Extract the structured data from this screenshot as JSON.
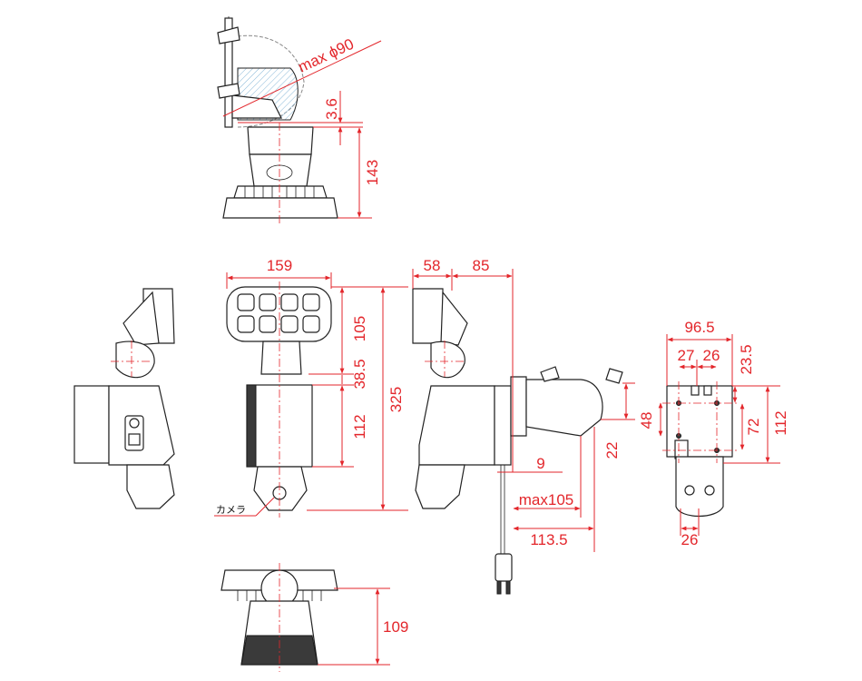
{
  "colors": {
    "dimension": "#e3262b",
    "outline": "#222222",
    "dark_part": "#3a3a3a"
  },
  "top_view": {
    "rotation_label": "max ϕ90",
    "gap_label": "3.6",
    "height_label": "143"
  },
  "front_view": {
    "width_label": "159",
    "head_height_label": "105",
    "neck_label": "38.5",
    "body_height_label": "112",
    "total_height_label": "325",
    "camera_label": "カメラ"
  },
  "side_view": {
    "head_depth_label": "58",
    "offset_label": "85",
    "spacing_label": "9",
    "max_reach_label": "max105",
    "bracket_depth_label": "113.5",
    "bracket_height_label": "22"
  },
  "rear_view": {
    "width_label": "96.5",
    "hole_left_label": "27",
    "hole_right_label": "26",
    "top_margin_label": "23.5",
    "inner_height_label": "48",
    "hole_pitch_label": "72",
    "height_label": "112",
    "bottom_width_label": "26"
  },
  "bottom_view": {
    "height_label": "109"
  }
}
